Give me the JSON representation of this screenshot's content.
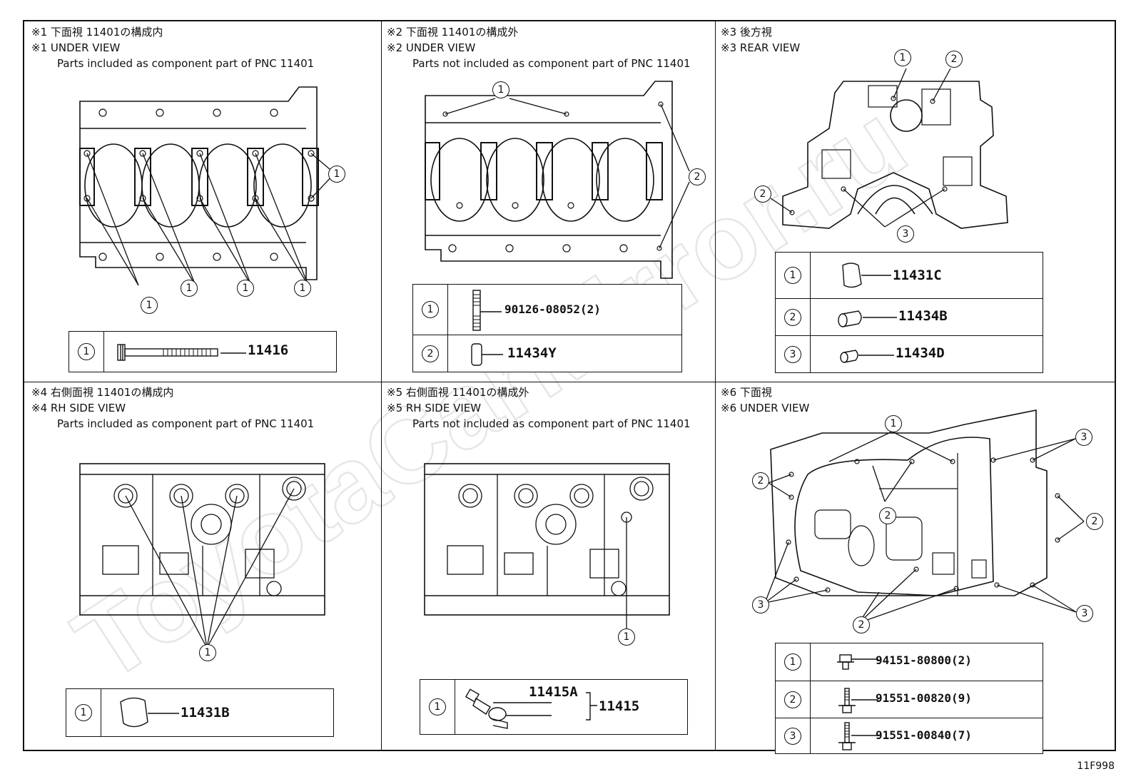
{
  "panels": {
    "p1": {
      "line1": "※1 下面視 11401の構成内",
      "line2": "※1 UNDER VIEW",
      "line3": "Parts included as component part of PNC 11401",
      "table": [
        {
          "num": "1",
          "part": "11416"
        }
      ]
    },
    "p2": {
      "line1": "※2 下面視 11401の構成外",
      "line2": "※2 UNDER VIEW",
      "line3": "Parts not included as component part of PNC 11401",
      "table": [
        {
          "num": "1",
          "part": "90126-08052(2)"
        },
        {
          "num": "2",
          "part": "11434Y"
        }
      ]
    },
    "p3": {
      "line1": "※3 後方視",
      "line2": "※3 REAR VIEW",
      "line3": "",
      "table": [
        {
          "num": "1",
          "part": "11431C"
        },
        {
          "num": "2",
          "part": "11434B"
        },
        {
          "num": "3",
          "part": "11434D"
        }
      ]
    },
    "p4": {
      "line1": "※4 右側面視 11401の構成内",
      "line2": "※4 RH SIDE VIEW",
      "line3": "Parts included as component part of PNC 11401",
      "table": [
        {
          "num": "1",
          "part": "11431B"
        }
      ]
    },
    "p5": {
      "line1": "※5 右側面視 11401の構成外",
      "line2": "※5 RH SIDE VIEW",
      "line3": "Parts not included as component part of PNC 11401",
      "table": [
        {
          "num": "1",
          "part": "11415A",
          "assembly": "11415"
        }
      ]
    },
    "p6": {
      "line1": "※6 下面視",
      "line2": "※6 UNDER VIEW",
      "line3": "",
      "table": [
        {
          "num": "1",
          "part": "94151-80800(2)"
        },
        {
          "num": "2",
          "part": "91551-00820(9)"
        },
        {
          "num": "3",
          "part": "91551-00840(7)"
        }
      ]
    }
  },
  "callouts": {
    "one": "1",
    "two": "2",
    "three": "3"
  },
  "footer_code": "11F998",
  "watermark_text": "ToyotaCarMirror.ru",
  "colors": {
    "line": "#111111",
    "paper": "#ffffff",
    "watermark": "#e9e9e9"
  }
}
